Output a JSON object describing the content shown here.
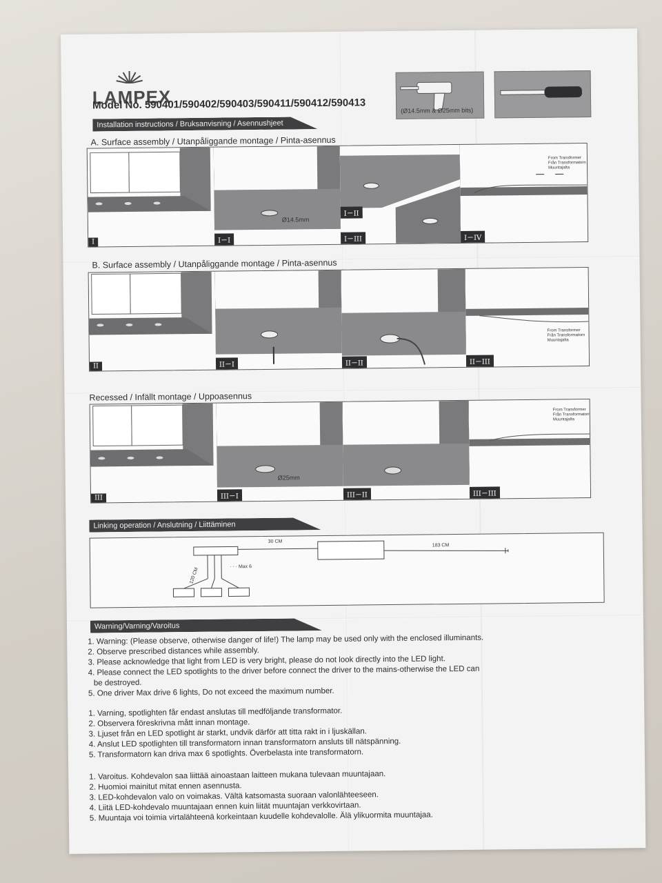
{
  "brand": {
    "name": "LAMPEX"
  },
  "model": "Model No. 590401/590402/590403/590411/590412/590413",
  "tools": {
    "drill_caption": "(Ø14.5mm & Ø25mm bits)",
    "icons": [
      "drill-icon",
      "screwdriver-icon"
    ]
  },
  "banners": {
    "installation": "Installation instructions / Bruksanvisning / Asennushjeet",
    "linking": "Linking operation / Anslutning / Liittäminen",
    "warning": "Warning/Varning/Varoitus"
  },
  "sections": {
    "a": "A. Surface assembly / Utanpåliggande montage / Pinta-asennus",
    "b": "B. Surface assembly / Utanpåliggande montage / Pinta-asennus",
    "c": "Recessed / Infällt montage / Uppoasennus"
  },
  "panels": {
    "a": [
      "I",
      "I－I",
      "I－II",
      "I－III",
      "I－IV"
    ],
    "b": [
      "II",
      "II－I",
      "II－II",
      "II－III"
    ],
    "c": [
      "III",
      "III－I",
      "III－II",
      "III－III"
    ]
  },
  "dims": {
    "hole_small": "Ø14.5mm",
    "hole_large": "Ø25mm"
  },
  "transformer_text": [
    "From Transformer",
    "Från Transformatorn",
    "Muuntajalta"
  ],
  "linking": {
    "cable_30": "30 CM",
    "cable_183": "183 CM",
    "cable_120": "120 CM",
    "max": "Max 6"
  },
  "warnings_en": [
    "1. Warning: (Please observe, otherwise danger of life!) The lamp may be used only with the enclosed illuminants.",
    "2. Observe prescribed distances while assembly.",
    "3. Please acknowledge that light from LED is very bright, please do not look directly into the LED light.",
    "4. Please connect the LED spotlights to the driver before connect the driver to the mains-otherwise the LED can",
    "be destroyed.",
    "5. One driver Max drive 6 lights, Do not exceed the maximum number."
  ],
  "warnings_sv": [
    "1. Varning, spotlighten får endast anslutas till medföljande transformator.",
    "2. Observera föreskrivna mått innan montage.",
    "3. Ljuset från en LED spotlight är starkt, undvik därför att titta rakt in i ljuskällan.",
    "4. Anslut LED spotlighten till transformatorn innan transformatorn ansluts till nätspänning.",
    "5. Transformatorn kan driva max 6 spotlights. Överbelasta inte transformatorn."
  ],
  "warnings_fi": [
    "1. Varoitus. Kohdevalon saa liittää ainoastaan laitteen mukana tulevaan muuntajaan.",
    "2. Huomioi mainitut mitat ennen asennusta.",
    "3. LED-kohdevalon valo on voimakas. Vältä katsomasta suoraan valonlähteeseen.",
    "4. Liitä LED-kohdevalo muuntajaan ennen kuin liität muuntajan verkkovirtaan.",
    "5. Muuntaja voi toimia virtalähteenä korkeintaan kuudelle kohdevalolle. Älä ylikuormita muuntajaa."
  ]
}
